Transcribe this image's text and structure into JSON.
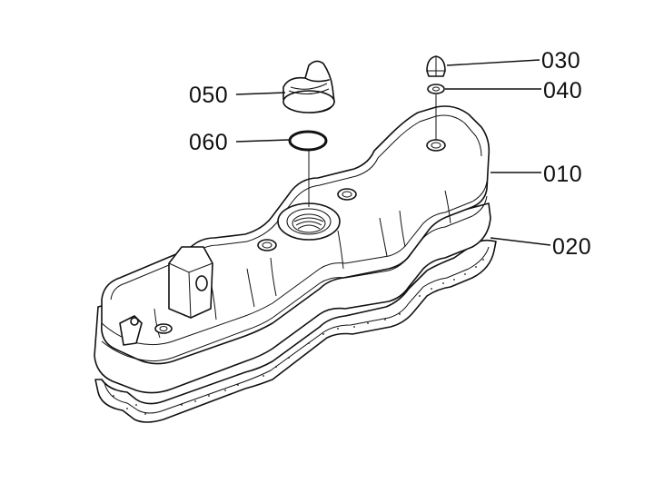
{
  "parts": [
    {
      "id": "010",
      "label": "010"
    },
    {
      "id": "020",
      "label": "020"
    },
    {
      "id": "030",
      "label": "030"
    },
    {
      "id": "040",
      "label": "040"
    },
    {
      "id": "050",
      "label": "050"
    },
    {
      "id": "060",
      "label": "060"
    }
  ],
  "colors": {
    "ink": "#111111",
    "paper": "#ffffff"
  }
}
